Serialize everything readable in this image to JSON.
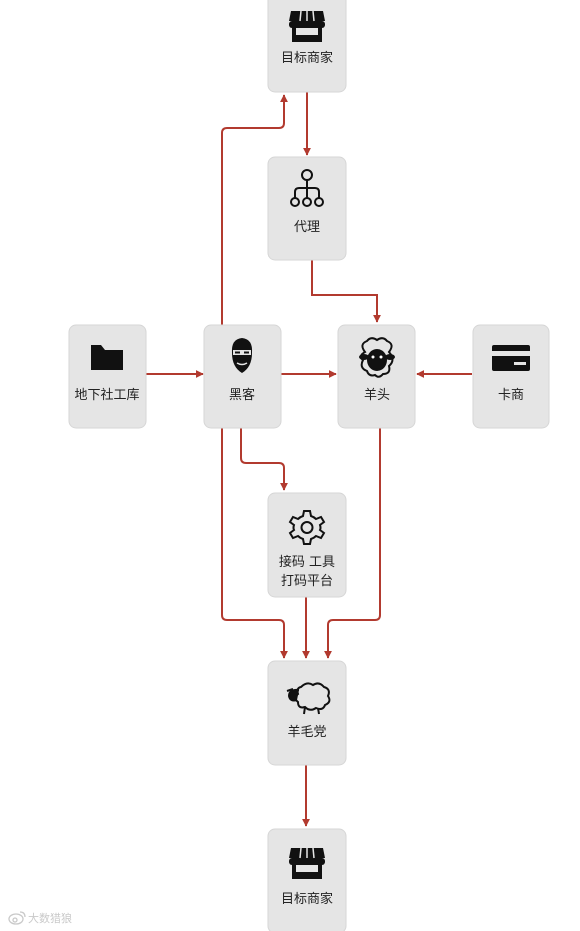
{
  "nodes": {
    "target_merchant_top": {
      "label": "目标商家",
      "icon": "storefront-icon"
    },
    "agent": {
      "label": "代理",
      "icon": "org-tree-icon"
    },
    "underground_db": {
      "label": "地下社工库",
      "icon": "folder-icon"
    },
    "hacker": {
      "label": "黑客",
      "icon": "masked-person-icon"
    },
    "sheep_head": {
      "label": "羊头",
      "icon": "sheep-face-icon"
    },
    "card_dealer": {
      "label": "卡商",
      "icon": "credit-card-icon"
    },
    "sms_tool": {
      "label_line1": "接码 工具",
      "label_line2": "打码平台",
      "icon": "gear-icon"
    },
    "wool_party": {
      "label": "羊毛党",
      "icon": "sheep-icon"
    },
    "target_merchant_bottom": {
      "label": "目标商家",
      "icon": "storefront-icon"
    }
  },
  "colors": {
    "arrow": "#b23a2f",
    "node_fill": "#e5e5e5",
    "icon": "#111111"
  },
  "watermark": {
    "text": "大数猎狼"
  }
}
